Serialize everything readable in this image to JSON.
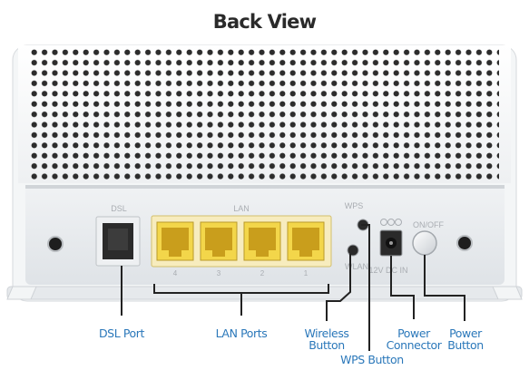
{
  "title": "Back View",
  "panel": {
    "dsl_label": "DSL",
    "lan_label": "LAN",
    "wps_label": "WPS",
    "wlan_label": "WLAN",
    "power_label": "12V DC IN",
    "onoff_label": "ON/OFF",
    "lan_port_numbers": [
      "4",
      "3",
      "2",
      "1"
    ]
  },
  "callouts": {
    "dsl_port": "DSL Port",
    "lan_ports": "LAN Ports",
    "wireless_button": [
      "Wireless",
      "Button"
    ],
    "power_connector": [
      "Power",
      "Connector"
    ],
    "power_button": [
      "Power",
      "Button"
    ],
    "wps_button": "WPS Button"
  },
  "colors": {
    "callout_text": "#2b78ba",
    "leader_line": "#222222",
    "lan_port_yellow": "#f3d64a",
    "panel_grey": "#e3e6e9"
  }
}
